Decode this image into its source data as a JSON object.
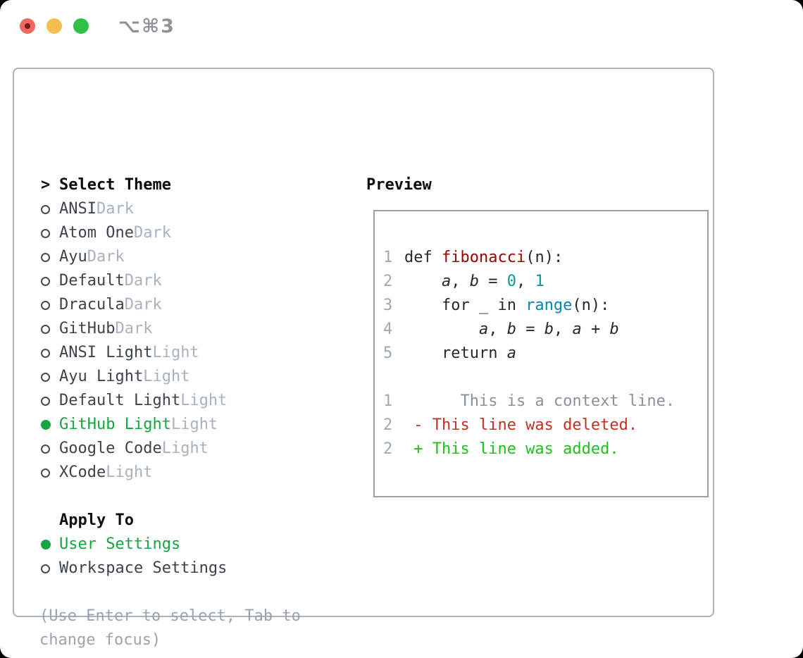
{
  "window": {
    "titlebar_shortcut": "⌥⌘3",
    "controls": [
      "close",
      "minimize",
      "zoom"
    ]
  },
  "colors": {
    "accent_green": "#16a53e",
    "added_green": "#1ec11e",
    "deleted_red": "#c62f22",
    "context_gray": "#8a919b",
    "func_red": "#990000",
    "number_teal": "#009999",
    "builtin_blue": "#0086b3",
    "traffic_red": "#ee6a5e",
    "traffic_yellow": "#f6be50",
    "traffic_green": "#2fc148"
  },
  "theme_menu": {
    "cursor": ">",
    "title": "Select Theme",
    "items": [
      {
        "label": "ANSI",
        "variant": "Dark",
        "selected": false
      },
      {
        "label": "Atom One",
        "variant": "Dark",
        "selected": false
      },
      {
        "label": "Ayu",
        "variant": "Dark",
        "selected": false
      },
      {
        "label": "Default",
        "variant": "Dark",
        "selected": false
      },
      {
        "label": "Dracula",
        "variant": "Dark",
        "selected": false
      },
      {
        "label": "GitHub",
        "variant": "Dark",
        "selected": false
      },
      {
        "label": "ANSI Light",
        "variant": "Light",
        "selected": false
      },
      {
        "label": "Ayu Light",
        "variant": "Light",
        "selected": false
      },
      {
        "label": "Default Light",
        "variant": "Light",
        "selected": false
      },
      {
        "label": "GitHub Light",
        "variant": "Light",
        "selected": true
      },
      {
        "label": "Google Code",
        "variant": "Light",
        "selected": false
      },
      {
        "label": "XCode",
        "variant": "Light",
        "selected": false
      }
    ]
  },
  "apply_to": {
    "title": "Apply To",
    "options": [
      {
        "label": "User Settings",
        "selected": true
      },
      {
        "label": "Workspace Settings",
        "selected": false
      }
    ]
  },
  "hint_lines": [
    "(Use Enter to select, Tab to",
    "change focus)"
  ],
  "preview": {
    "title": "Preview",
    "lines": [
      {
        "num": "1",
        "segments": [
          {
            "t": "def ",
            "c": "text"
          },
          {
            "t": "fibonacci",
            "c": "func"
          },
          {
            "t": "(n):",
            "c": "text"
          }
        ]
      },
      {
        "num": "2",
        "segments": [
          {
            "t": "    ",
            "c": "text"
          },
          {
            "t": "a",
            "c": "var"
          },
          {
            "t": ", ",
            "c": "text"
          },
          {
            "t": "b",
            "c": "var"
          },
          {
            "t": " = ",
            "c": "text"
          },
          {
            "t": "0",
            "c": "num"
          },
          {
            "t": ", ",
            "c": "text"
          },
          {
            "t": "1",
            "c": "num"
          }
        ]
      },
      {
        "num": "3",
        "segments": [
          {
            "t": "    for _ in ",
            "c": "text"
          },
          {
            "t": "range",
            "c": "builtin"
          },
          {
            "t": "(n):",
            "c": "text"
          }
        ]
      },
      {
        "num": "4",
        "segments": [
          {
            "t": "        ",
            "c": "text"
          },
          {
            "t": "a",
            "c": "var"
          },
          {
            "t": ", ",
            "c": "text"
          },
          {
            "t": "b",
            "c": "var"
          },
          {
            "t": " = ",
            "c": "text"
          },
          {
            "t": "b",
            "c": "var"
          },
          {
            "t": ", ",
            "c": "text"
          },
          {
            "t": "a",
            "c": "var"
          },
          {
            "t": " + ",
            "c": "text"
          },
          {
            "t": "b",
            "c": "var"
          }
        ]
      },
      {
        "num": "5",
        "segments": [
          {
            "t": "    return ",
            "c": "text"
          },
          {
            "t": "a",
            "c": "var"
          }
        ]
      },
      {
        "num": "",
        "segments": []
      },
      {
        "num": "1",
        "segments": [
          {
            "t": "      This is a context line.",
            "c": "context"
          }
        ]
      },
      {
        "num": "2",
        "segments": [
          {
            "t": " - This line was deleted.",
            "c": "deleted"
          }
        ]
      },
      {
        "num": "2",
        "segments": [
          {
            "t": " + This line was added.",
            "c": "added"
          }
        ]
      }
    ]
  }
}
